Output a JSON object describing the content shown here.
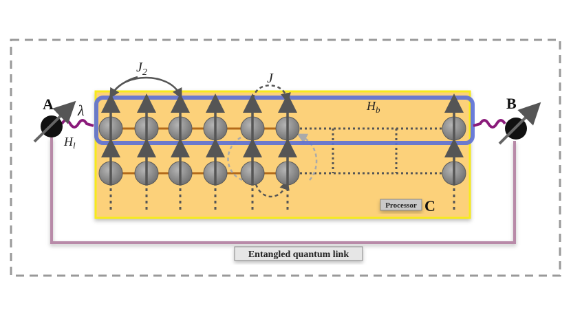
{
  "labels": {
    "qubit_a": "A",
    "qubit_b": "B",
    "coupling_lambda": "λ",
    "hamiltonian_local": "H",
    "hamiltonian_local_sub": "l",
    "hamiltonian_bus": "H",
    "hamiltonian_bus_sub": "b",
    "coupling_j2": "J",
    "coupling_j2_sub": "2",
    "coupling_j": "J",
    "processor_tag": "Processor",
    "processor_letter": "C",
    "link_label": "Entangled quantum link"
  },
  "colors": {
    "processor_fill": "#fcd17a",
    "processor_border": "#f7ea1c",
    "bus_border": "#5b6fd6",
    "spin_fill": "#8c8c8c",
    "spin_arrow": "#555555",
    "chain_line": "#b36a1a",
    "link_line": "#b88aa8",
    "wiggle": "#8a1a7a",
    "outer_dash": "#999999"
  },
  "icons": {
    "qubit": "spin-qubit-icon",
    "spin": "spin-arrow-icon"
  }
}
